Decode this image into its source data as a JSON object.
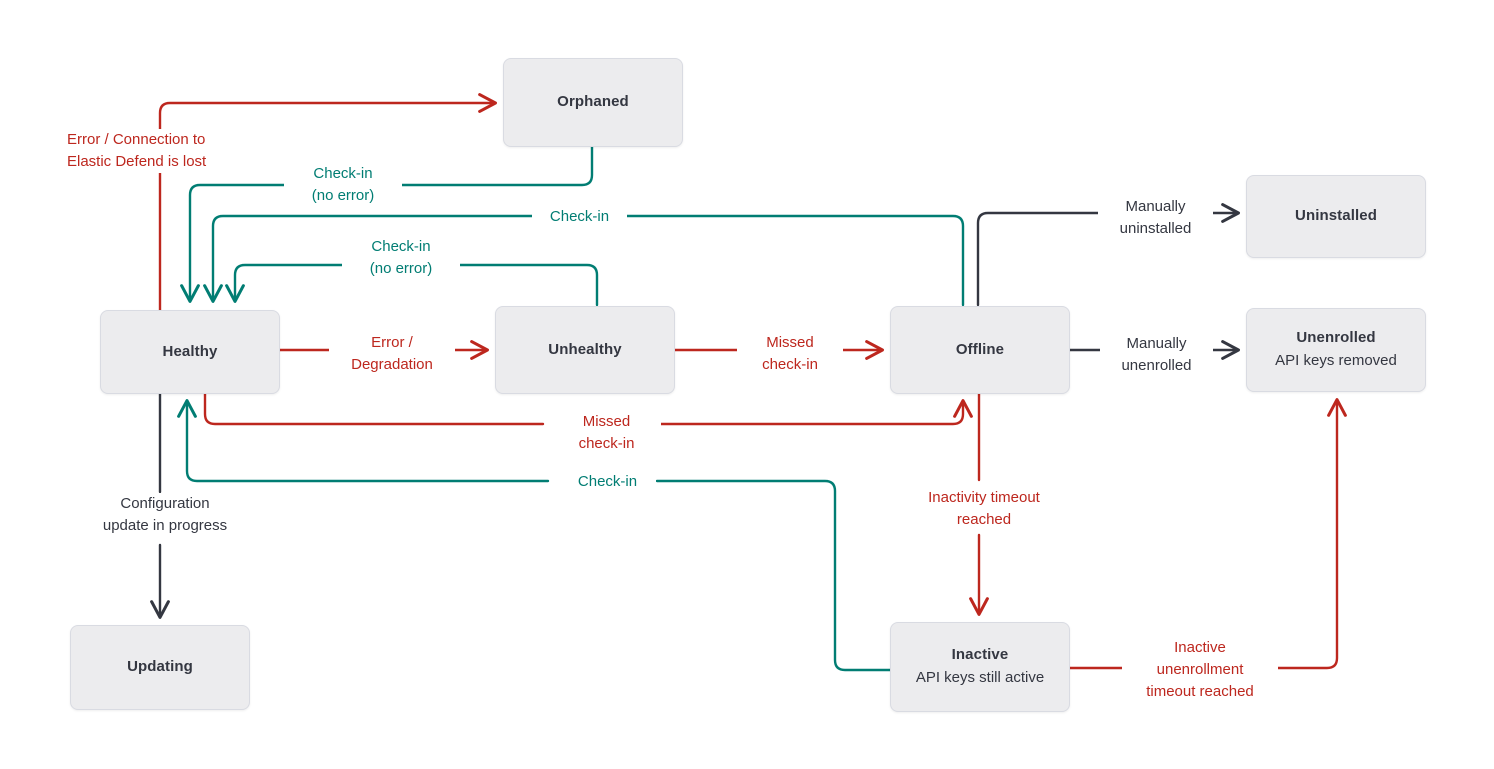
{
  "diagram": {
    "title": "Elastic Agent status state diagram",
    "colors": {
      "red": "#BD271E",
      "teal": "#017D73",
      "black": "#343741",
      "node_fill": "#ECECEE",
      "node_border": "#D9DBE2",
      "background": "#FFFFFF"
    }
  },
  "nodes": {
    "orphaned": {
      "title": "Orphaned",
      "sub": ""
    },
    "healthy": {
      "title": "Healthy",
      "sub": ""
    },
    "unhealthy": {
      "title": "Unhealthy",
      "sub": ""
    },
    "offline": {
      "title": "Offline",
      "sub": ""
    },
    "uninstalled": {
      "title": "Uninstalled",
      "sub": ""
    },
    "unenrolled": {
      "title": "Unenrolled",
      "sub": "API keys removed"
    },
    "inactive": {
      "title": "Inactive",
      "sub": "API keys still active"
    },
    "updating": {
      "title": "Updating",
      "sub": ""
    }
  },
  "edges": {
    "healthy_to_orphaned": {
      "label": "Error / Connection to\nElastic Defend is lost",
      "color": "red"
    },
    "orphaned_to_healthy": {
      "label": "Check-in\n(no error)",
      "color": "teal"
    },
    "offline_to_healthy": {
      "label": "Check-in",
      "color": "teal"
    },
    "unhealthy_to_healthy": {
      "label": "Check-in\n(no error)",
      "color": "teal"
    },
    "healthy_to_unhealthy": {
      "label": "Error /\nDegradation",
      "color": "red"
    },
    "unhealthy_to_offline": {
      "label": "Missed\ncheck-in",
      "color": "red"
    },
    "healthy_to_offline": {
      "label": "Missed\ncheck-in",
      "color": "red"
    },
    "inactive_to_healthy": {
      "label": "Check-in",
      "color": "teal"
    },
    "offline_to_uninstalled": {
      "label": "Manually\nuninstalled",
      "color": "black"
    },
    "offline_to_unenrolled": {
      "label": "Manually\nunenrolled",
      "color": "black"
    },
    "offline_to_inactive": {
      "label": "Inactivity timeout\nreached",
      "color": "red"
    },
    "inactive_to_unenrolled": {
      "label": "Inactive\nunenrollment\ntimeout reached",
      "color": "red"
    },
    "healthy_to_updating": {
      "label": "Configuration\nupdate in progress",
      "color": "black"
    }
  }
}
